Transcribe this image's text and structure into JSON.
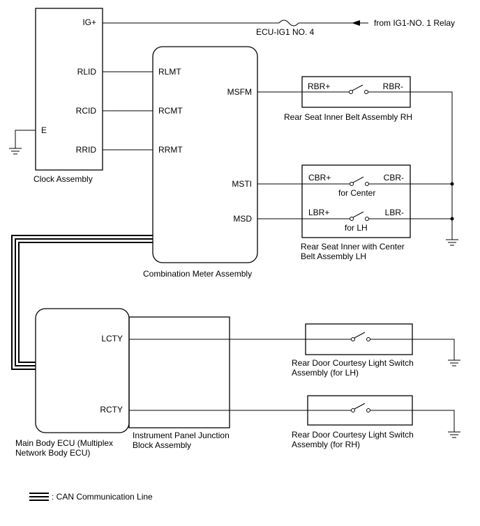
{
  "components": {
    "clock_assembly": {
      "name": "Clock Assembly",
      "pins": {
        "ig": "IG+",
        "rlid": "RLID",
        "rcid": "RCID",
        "rrid": "RRID",
        "e": "E"
      }
    },
    "combination_meter": {
      "name": "Combination Meter Assembly",
      "pins": {
        "rlmt": "RLMT",
        "rcmt": "RCMT",
        "rrmt": "RRMT",
        "msfm": "MSFM",
        "msti": "MSTI",
        "msd": "MSD"
      }
    },
    "belt_rh": {
      "name": "Rear Seat Inner Belt Assembly RH",
      "pins": {
        "left": "RBR+",
        "right": "RBR-"
      }
    },
    "belt_center_lh": {
      "name_line1": "Rear Seat Inner with Center",
      "name_line2": "Belt Assembly LH",
      "pins": {
        "cbr_plus": "CBR+",
        "cbr_minus": "CBR-",
        "lbr_plus": "LBR+",
        "lbr_minus": "LBR-"
      },
      "switch_center": "for Center",
      "switch_lh": "for LH"
    },
    "main_body_ecu": {
      "name_line1": "Main Body ECU (Multiplex",
      "name_line2": "Network Body ECU)",
      "pins": {
        "lcty": "LCTY",
        "rcty": "RCTY"
      }
    },
    "junction_block": {
      "name_line1": "Instrument Panel Junction",
      "name_line2": "Block Assembly"
    },
    "door_switch_lh": {
      "name_line1": "Rear Door Courtesy Light Switch",
      "name_line2": "Assembly (for LH)"
    },
    "door_switch_rh": {
      "name_line1": "Rear Door Courtesy Light Switch",
      "name_line2": "Assembly (for RH)"
    }
  },
  "fuse": {
    "label": "ECU-IG1 NO. 4"
  },
  "power_source": {
    "label": "from IG1-NO. 1 Relay"
  },
  "legend": {
    "label": ": CAN Communication Line"
  }
}
